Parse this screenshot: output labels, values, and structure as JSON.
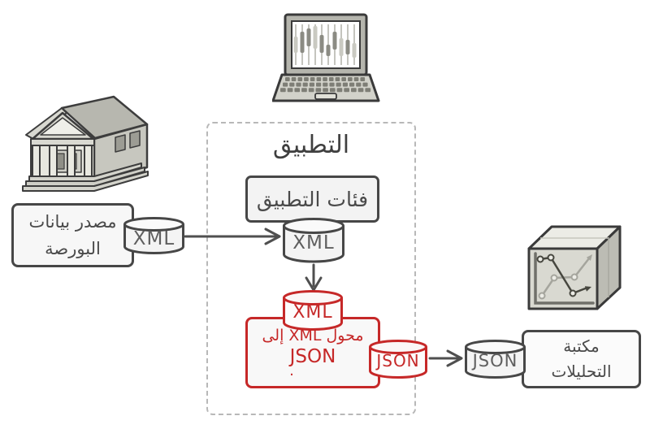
{
  "diagram": {
    "colors": {
      "accent_red": "#c62828",
      "outline_gray": "#474747",
      "text_gray": "#4f4f4f",
      "dashed_border": "#b8b8b8",
      "arrow_gray": "#4f4f4f"
    },
    "source": {
      "icon": "bank-building-icon",
      "label_line1": "مصدر بيانات",
      "label_line2": "البورصة",
      "cylinder_label": "XML"
    },
    "app": {
      "icon": "laptop-candlestick-chart-icon",
      "title": "التطبيق",
      "classes_label": "فئات التطبيق",
      "xml_cylinder_label": "XML",
      "converter": {
        "xml_cylinder_label": "XML",
        "text_line1": "محول XML إلى",
        "text_line2": "JSON",
        "text_line3": ".",
        "json_cylinder_label": "JSON"
      }
    },
    "analytics": {
      "icon": "analytics-cube-icon",
      "json_cylinder_label": "JSON",
      "label_line1": "مكتبة",
      "label_line2": "التحليلات"
    }
  }
}
